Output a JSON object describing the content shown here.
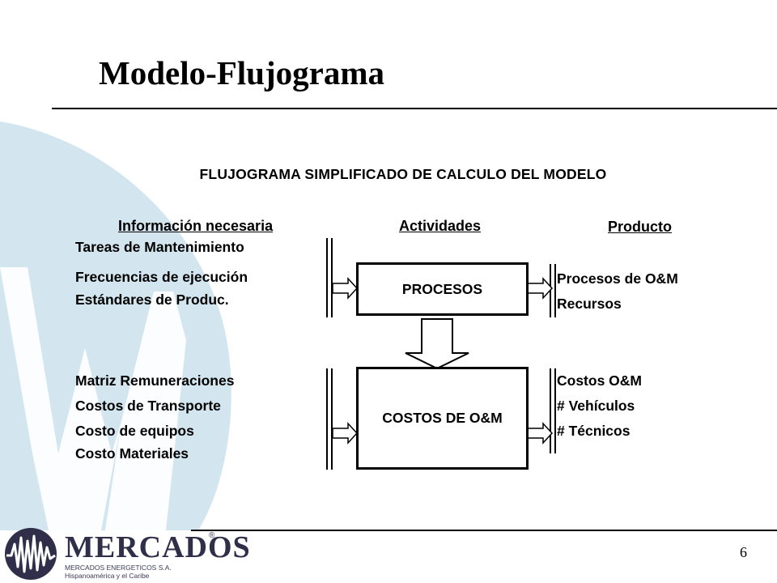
{
  "slide": {
    "title": "Modelo-Flujograma",
    "page_number": "6"
  },
  "diagram": {
    "subtitle": "FLUJOGRAMA SIMPLIFICADO DE CALCULO DEL MODELO",
    "headers": {
      "info": "Información necesaria",
      "activities": "Actividades",
      "product": "Producto"
    },
    "info_items_top": [
      "Tareas de Mantenimiento",
      "Frecuencias de ejecución",
      "Estándares de Produc."
    ],
    "info_items_bottom": [
      "Matriz Remuneraciones",
      "Costos de Transporte",
      "Costo de equipos",
      "Costo Materiales"
    ],
    "boxes": {
      "procesos": "PROCESOS",
      "costos": "COSTOS DE O&M"
    },
    "products_top": [
      "Procesos de O&M",
      "Recursos"
    ],
    "products_bottom": [
      "Costos O&M",
      "# Vehículos",
      "# Técnicos"
    ]
  },
  "logo": {
    "name": "MERCADOS",
    "registered": "®",
    "line1": "MERCADOS ENERGETICOS S.A.",
    "line2": "Hispanoamérica y el Caribe"
  },
  "colors": {
    "background_swoosh": "#d3e6ef",
    "logo_text": "#2f2f4a"
  }
}
